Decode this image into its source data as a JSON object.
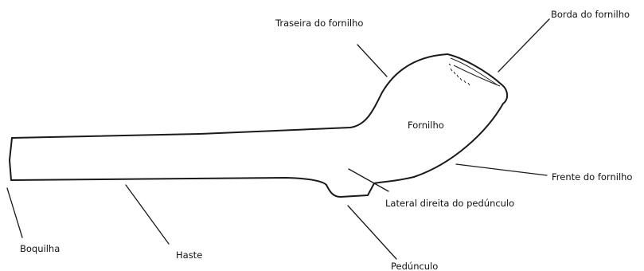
{
  "labels": {
    "traseira": "Traseira do fornilho",
    "borda": "Borda do fornilho",
    "fornilho": "Fornilho",
    "frente": "Frente do fornilho",
    "lateral": "Lateral direita do pedúnculo",
    "boquilha": "Boquilha",
    "haste": "Haste",
    "pedunculo": "Pedúnculo"
  }
}
